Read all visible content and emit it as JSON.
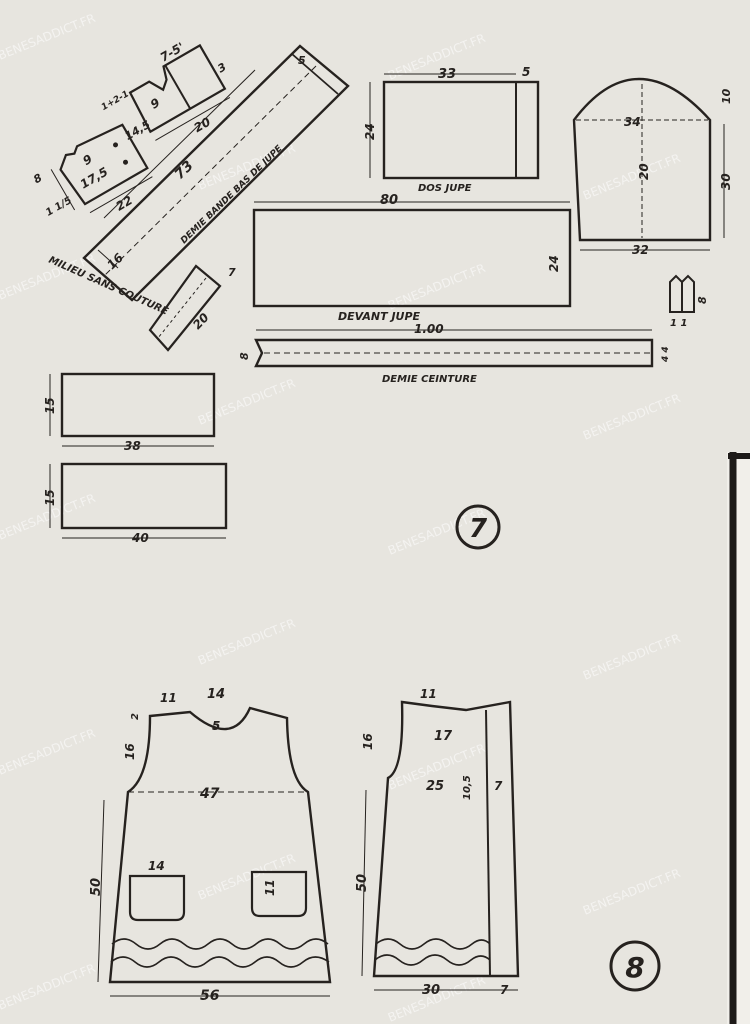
{
  "watermark": "BENESADDICT.FR",
  "figures": {
    "fig7": "7",
    "fig8": "8"
  },
  "labels": {
    "dos_jupe": "DOS JUPE",
    "devant_jupe": "DEVANT JUPE",
    "demie_ceinture": "DEMIE CEINTURE",
    "demie_bande": "DEMIE BANDE BAS DE JUPE",
    "milieu_sans_couture": "MILIEU SANS COUTURE"
  },
  "dims": {
    "small_a_9": "9",
    "small_a_17": "17,5",
    "small_a_22": "22",
    "small_a_8": "8",
    "small_a_15": "1 1/5",
    "small_b_7": "7-5'",
    "small_b_9": "9",
    "small_b_14": "14,5",
    "small_b_20": "20",
    "small_b_3": "3",
    "small_b_side": "1+2-1",
    "band_73": "73",
    "band_5": "5",
    "band_16": "16",
    "strip_7": "7",
    "strip_20": "20",
    "dos_33": "33",
    "dos_5": "5",
    "dos_24": "24",
    "sleeve_34": "34",
    "sleeve_20": "20",
    "sleeve_32": "32",
    "sleeve_10": "10",
    "sleeve_30": "30",
    "devant_80": "80",
    "devant_24": "24",
    "tab_8": "8",
    "tab_11": "1 1",
    "ceinture_100": "1.00",
    "ceinture_8": "8",
    "ceinture_44": "4 4",
    "rect1_15": "15",
    "rect1_38": "38",
    "rect2_15": "15",
    "rect2_40": "40",
    "front_11": "11",
    "front_14": "14",
    "front_5": "5",
    "front_16": "16",
    "front_2": "2",
    "front_47": "47",
    "front_pocket_14": "14",
    "front_pocket_11": "11",
    "front_50": "50",
    "front_56": "56",
    "side_11": "11",
    "side_17": "17",
    "side_16": "16",
    "side_25": "25",
    "side_10": "10,5",
    "side_7": "7",
    "side_50": "50",
    "side_30": "30",
    "side_7b": "7"
  }
}
